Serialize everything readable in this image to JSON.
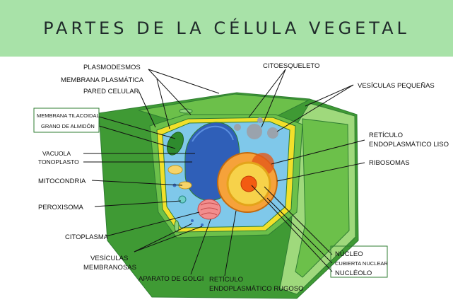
{
  "title": "PARTES DE LA CÉLULA VEGETAL",
  "colors": {
    "header_bg": "#a8e2a8",
    "wall_dark": "#3f9a34",
    "wall_light": "#6cc04a",
    "wall_pale": "#9fd97c",
    "cytoplasm": "#7fc8ea",
    "vacuole": "#2f5fb8",
    "membrane": "#f2e02a",
    "nucleus": "#f08a1c",
    "nucleolus": "#f35b12"
  },
  "labels": {
    "plasmodesmos": "PLASMODESMOS",
    "membrana_plasmatica": "MEMBRANA PLASMÁTICA",
    "pared_celular": "PARED CELULAR",
    "membrana_tilacoidal": "MEMBRANA TILACOIDAL",
    "grano_almidon": "GRANO DE ALMIDÓN",
    "vacuola": "VACUOLA",
    "tonoplasto": "TONOPLASTO",
    "mitocondria": "MITOCONDRIA",
    "peroxisoma": "PEROXISOMA",
    "citoplasma": "CITOPLASMA",
    "vesiculas_membranosas_1": "VESÍCULAS",
    "vesiculas_membranosas_2": "MEMBRANOSAS",
    "aparato_golgi": "APARATO DE GOLGI",
    "reticulo_rugoso_1": "RETÍCULO",
    "reticulo_rugoso_2": "ENDOPLASMÁTICO RUGOSO",
    "citoesqueleto": "CITOESQUELETO",
    "vesiculas_pequenas": "VESÍCULAS PEQUEÑAS",
    "reticulo_liso_1": "RETÍCULO",
    "reticulo_liso_2": "ENDOPLASMÁTICO LISO",
    "ribosomas": "RIBOSOMAS",
    "nucleo": "NÚCLEO",
    "cubierta_nuclear": "CUBIERTA NUCLEAR",
    "nucleolo": "NUCLÉOLO"
  }
}
